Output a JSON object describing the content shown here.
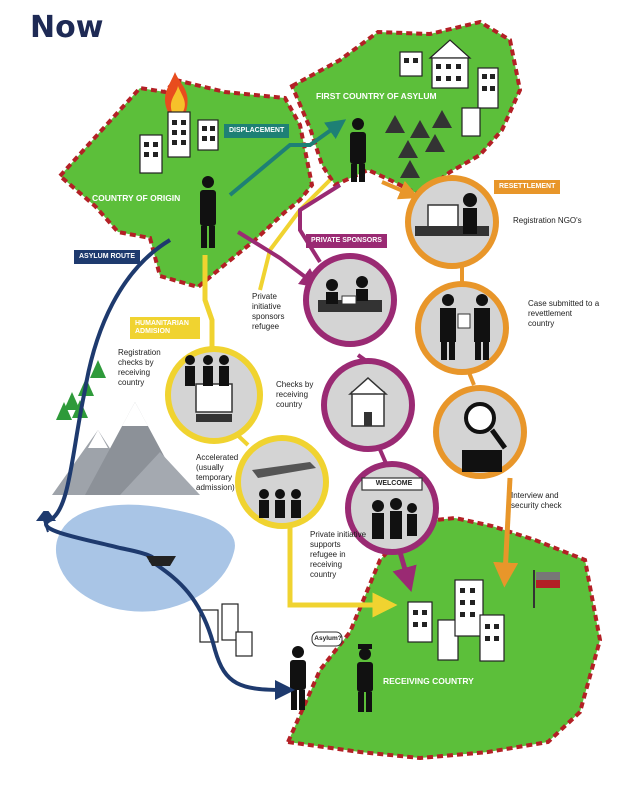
{
  "title": "Now",
  "labels": {
    "country_of_origin": "COUNTRY OF ORIGIN",
    "first_country": "FIRST COUNTRY OF ASYLUM",
    "receiving_country": "RECEIVING COUNTRY",
    "displacement": "DISPLACEMENT",
    "resettlement": "RESETTLEMENT",
    "private_sponsors": "PRIVATE SPONSORS",
    "asylum_route": "ASYLUM ROUTE",
    "humanitarian_admission": "HUMANITARIAN ADMISION",
    "registration_ngos": "Registration NGO's",
    "case_submitted": "Case submitted to a revettlement country",
    "interview_security": "Interview and security check",
    "private_sponsors_refugee": "Private initiative sponsors refugee",
    "checks_receiving": "Checks by receiving country",
    "private_supports": "Private initiative supports refugee in receiving country",
    "registration_checks": "Registration checks by receiving country",
    "accelerated": "Accelerated (usually temporary admission)",
    "welcome_sign": "WELCOME",
    "asylum_bubble": "Asylum?"
  },
  "colors": {
    "land": "#5cbf3a",
    "border_red": "#b32025",
    "displacement": "#1e8075",
    "resettlement": "#e8962a",
    "private": "#9a2a73",
    "asylum": "#1e3a6e",
    "humanitarian": "#f0d330",
    "water": "#a9c5e6",
    "title": "#1e2a55"
  }
}
